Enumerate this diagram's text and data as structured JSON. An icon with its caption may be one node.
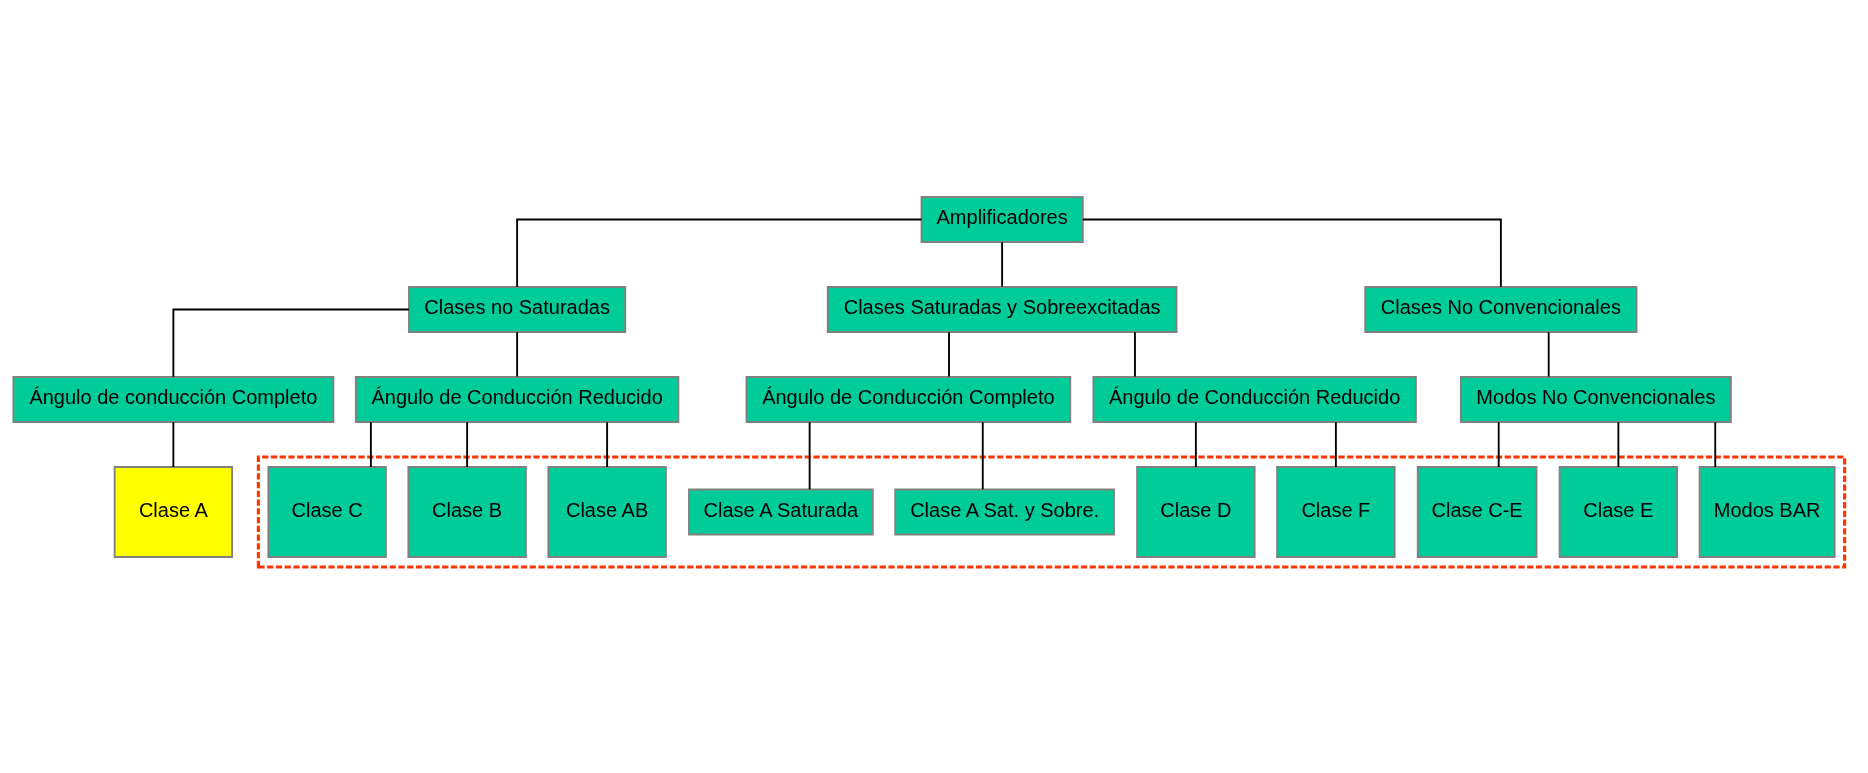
{
  "diagram": {
    "nodes": [
      {
        "text": [
          "Amplificadores"
        ]
      },
      {
        "text": [
          "Clases no Saturadas"
        ]
      },
      {
        "text": [
          "Clases Saturadas y Sobreexcitadas"
        ]
      },
      {
        "text": [
          "Clases No Convencionales"
        ]
      },
      {
        "text": [
          "Ángulo de conducción Completo"
        ]
      },
      {
        "text": [
          "Ángulo de Conducción Reducido"
        ]
      },
      {
        "text": [
          "Ángulo de Conducción Completo"
        ]
      },
      {
        "text": [
          "Ángulo de Conducción Reducido"
        ]
      },
      {
        "text": [
          "Modos No Convencionales"
        ]
      },
      {
        "text": [
          "Clase A"
        ]
      },
      {
        "text": [],
        "shape": "box"
      },
      {
        "text": [
          "Clase AB"
        ],
        "in": 10
      },
      {
        "text": [
          "Clase B"
        ],
        "in": 10
      },
      {
        "text": [
          "Clase C"
        ],
        "in": 10
      },
      {
        "text": [
          "Clase A Saturada"
        ],
        "in": 10
      },
      {
        "text": [
          "Clase A Sat. y Sobre."
        ],
        "in": 10
      },
      {
        "text": [
          "Clase D"
        ],
        "in": 10
      },
      {
        "text": [
          "Clase F"
        ],
        "in": 10
      },
      {
        "text": [
          "Clase E"
        ],
        "in": 10
      },
      {
        "text": [
          "Clase C-E"
        ],
        "in": 10
      },
      {
        "text": [
          "Modos BAR"
        ],
        "in": 10
      }
    ],
    "edges": [
      {
        "from": 0,
        "to": 1,
        "arrow": "none"
      },
      {
        "from": 0,
        "to": 2,
        "arrow": "none"
      },
      {
        "from": 0,
        "to": 3,
        "arrow": "none"
      },
      {
        "from": 1,
        "to": 4,
        "arrow": "none"
      },
      {
        "from": 1,
        "to": 5,
        "arrow": "none"
      },
      {
        "from": 2,
        "to": 6,
        "arrow": "none"
      },
      {
        "from": 2,
        "to": 7,
        "arrow": "none"
      },
      {
        "from": 3,
        "to": 8,
        "arrow": "none"
      },
      {
        "from": 4,
        "to": 9,
        "arrow": "none"
      },
      {
        "from": 5,
        "to": 11,
        "arrow": "none"
      },
      {
        "from": 5,
        "to": 12,
        "arrow": "none"
      },
      {
        "from": 5,
        "to": 13,
        "arrow": "none"
      },
      {
        "from": 6,
        "to": 14,
        "arrow": "none"
      },
      {
        "from": 6,
        "to": 15,
        "arrow": "none"
      },
      {
        "from": 7,
        "to": 16,
        "arrow": "none"
      },
      {
        "from": 7,
        "to": 17,
        "arrow": "none"
      },
      {
        "from": 8,
        "to": 18,
        "arrow": "none"
      },
      {
        "from": 8,
        "to": 19,
        "arrow": "none"
      },
      {
        "from": 8,
        "to": 20,
        "arrow": "none"
      }
    ]
  }
}
